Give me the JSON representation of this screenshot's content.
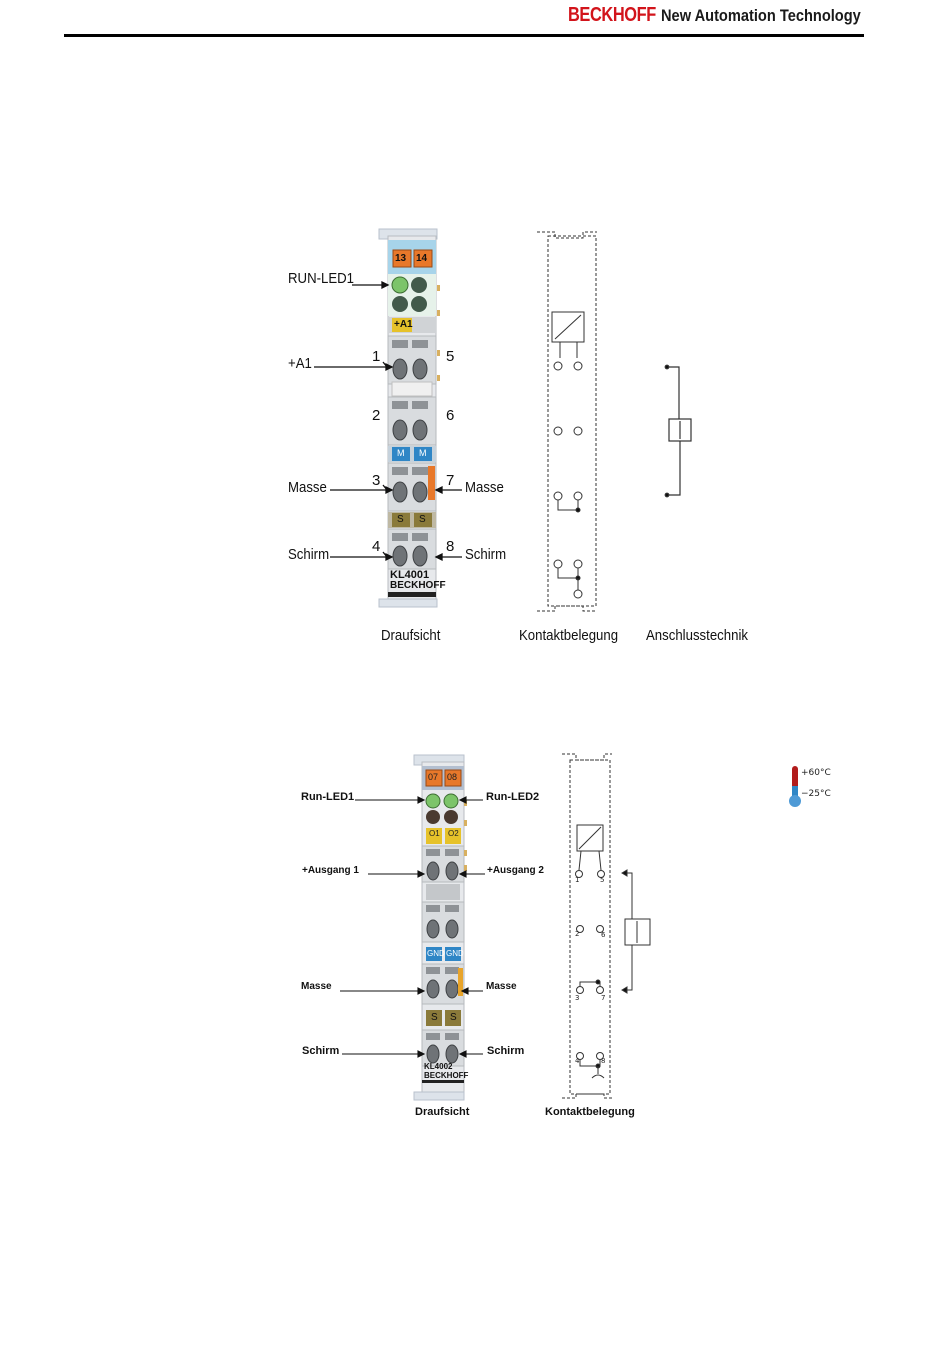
{
  "header": {
    "brand": "BECKHOFF",
    "slogan": "New Automation Technology"
  },
  "figure1": {
    "terminal_model": "KL4001",
    "terminal_brand": "BECKHOFF",
    "led_tags": [
      "13",
      "14"
    ],
    "power_tag": "+A1",
    "ground_tags": [
      "M",
      "M"
    ],
    "shield_tags": [
      "S",
      "S"
    ],
    "left_labels": {
      "run_led": "RUN-LED1",
      "a1": "+A1",
      "masse": "Masse",
      "schirm": "Schirm"
    },
    "right_labels": {
      "masse": "Masse",
      "schirm": "Schirm"
    },
    "pin_numbers": {
      "p1": "1",
      "p2": "2",
      "p3": "3",
      "p4": "4",
      "p5": "5",
      "p6": "6",
      "p7": "7",
      "p8": "8"
    },
    "captions": {
      "top_view": "Draufsicht",
      "contacts": "Kontaktbelegung",
      "wiring": "Anschlusstechnik"
    }
  },
  "figure2": {
    "terminal_model": "KL4002",
    "terminal_brand": "BECKHOFF",
    "led_tags": [
      "07",
      "08"
    ],
    "output_tags": [
      "O1",
      "O2"
    ],
    "ground_tags": [
      "GND",
      "GND"
    ],
    "shield_tags": [
      "S",
      "S"
    ],
    "left_labels": {
      "run_led1": "Run-LED1",
      "ausgang1": "+Ausgang 1",
      "masse": "Masse",
      "schirm": "Schirm"
    },
    "right_labels": {
      "run_led2": "Run-LED2",
      "ausgang2": "+Ausgang 2",
      "masse": "Masse",
      "schirm": "Schirm"
    },
    "pin_numbers": [
      "1",
      "5",
      "2",
      "6",
      "3",
      "7",
      "4",
      "8"
    ],
    "captions": {
      "top_view": "Draufsicht",
      "contacts": "Kontaktbelegung"
    },
    "temperature": {
      "max": "+60°C",
      "min": "−25°C"
    }
  },
  "colors": {
    "brand_red": "#d2141b",
    "orange_tag": "#e8782a",
    "green_led": "#7cc46a",
    "yellow_tag": "#e6c22a",
    "blue_tag": "#2f86c6",
    "olive_tag": "#8a7a3a"
  }
}
